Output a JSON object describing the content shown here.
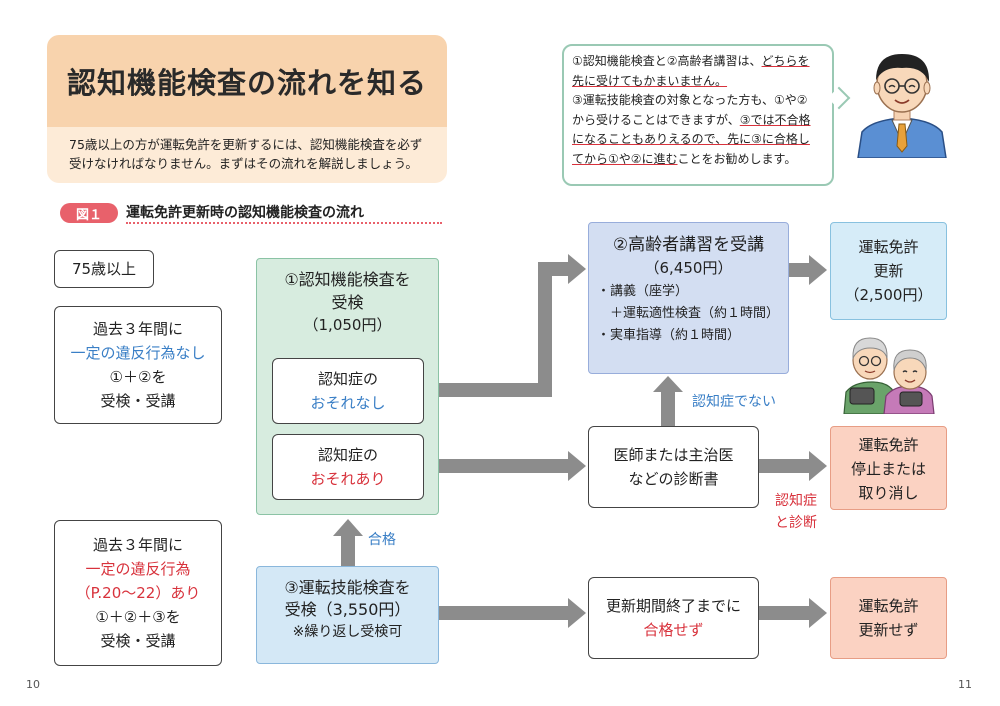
{
  "header": {
    "title": "認知機能検査の流れを知る",
    "intro_line1": "75歳以上の方が運転免許を更新するには、認知機能検査を必ず",
    "intro_line2": "受けなければなりません。まずはその流れを解説しましょう。"
  },
  "speech": {
    "l1": "①認知機能検査と②高齢者講習は、",
    "l1u": "どちらを",
    "l2": "先に受けてもかまいません。",
    "l3": "③運転技能検査の対象となった方も、①や②",
    "l4a": "から受けることはできますが、",
    "l4b": "③では不合格",
    "l5": "になることもありえるので、",
    "l5b": "先に③に合格し",
    "l6a": "てから①や②に進む",
    "l6b": "ことをお勧めします。"
  },
  "figure": {
    "tag": "図１",
    "title": "運転免許更新時の認知機能検査の流れ"
  },
  "left": {
    "age": "75歳以上",
    "case1_l1": "過去３年間に",
    "case1_l2": "一定の違反行為なし",
    "case1_l3": "①＋②を",
    "case1_l4": "受検・受講",
    "case2_l1": "過去３年間に",
    "case2_l2": "一定の違反行為",
    "case2_l3": "（P.20～22）あり",
    "case2_l4": "①＋②＋③を",
    "case2_l5": "受検・受講"
  },
  "cognitive": {
    "l1": "①認知機能検査を",
    "l2": "受検",
    "l3": "（1,050円）",
    "safe_l1": "認知症の",
    "safe_l2": "おそれなし",
    "risk_l1": "認知症の",
    "risk_l2": "おそれあり"
  },
  "skill": {
    "l1": "③運転技能検査を",
    "l2": "受検（3,550円）",
    "l3": "※繰り返し受検可",
    "pass_label": "合格"
  },
  "lecture": {
    "l1": "②高齢者講習を受講",
    "l2": "（6,450円）",
    "i1": "・講義（座学）",
    "i2": "　＋運転適性検査（約１時間）",
    "i3": "・実車指導（約１時間）"
  },
  "doctor": {
    "l1": "医師または主治医",
    "l2": "などの診断書",
    "no_dementia": "認知症でない",
    "diag_l1": "認知症",
    "diag_l2": "と診断"
  },
  "period": {
    "l1": "更新期間終了までに",
    "l2": "合格せず"
  },
  "results": {
    "renew_l1": "運転免許",
    "renew_l2": "更新",
    "renew_l3": "（2,500円）",
    "stop_l1": "運転免許",
    "stop_l2": "停止または",
    "stop_l3": "取り消し",
    "norenew_l1": "運転免許",
    "norenew_l2": "更新せず"
  },
  "pages": {
    "left": "10",
    "right": "11"
  },
  "colors": {
    "arrow": "#8c8c8c",
    "red": "#d8323c",
    "blue": "#3a7fc6"
  }
}
